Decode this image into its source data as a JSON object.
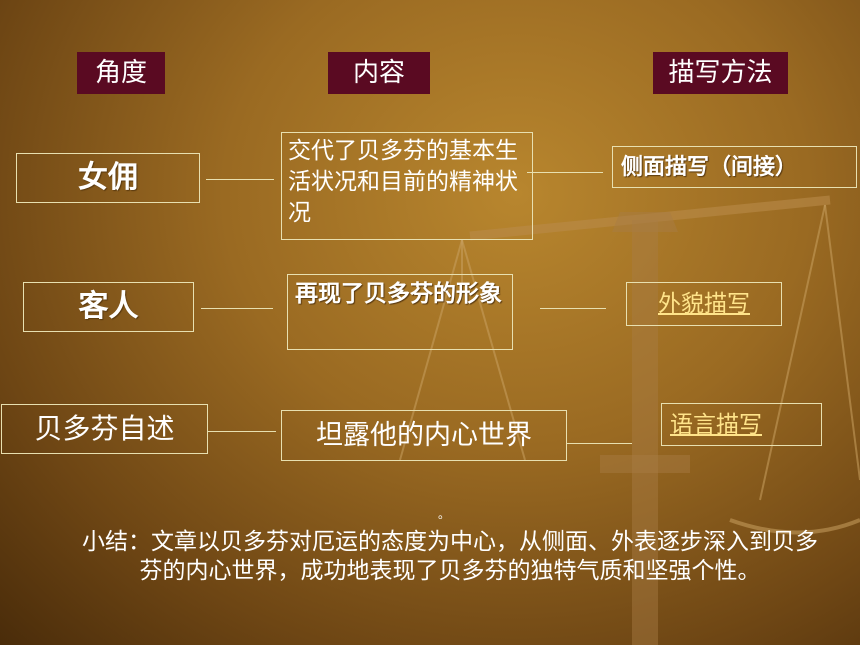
{
  "headers": {
    "angle": "角度",
    "content": "内容",
    "method": "描写方法"
  },
  "rows": [
    {
      "angle": "女佣",
      "content": "交代了贝多芬的基本生活状况和目前的精神状况",
      "method": "侧面描写（间接）"
    },
    {
      "angle": "客人",
      "content": "再现了贝多芬的形象",
      "method": "外貌描写"
    },
    {
      "angle": "贝多芬自述",
      "content": "坦露他的内心世界",
      "method": "语言描写"
    }
  ],
  "dot": "。",
  "summary": "小结：文章以贝多芬对厄运的态度为中心，从侧面、外表逐步深入到贝多芬的内心世界，成功地表现了贝多芬的独特气质和坚强个性。",
  "colors": {
    "header_bg": "#5a0a22",
    "border": "#e8e0b0",
    "link": "#ffe48a"
  }
}
